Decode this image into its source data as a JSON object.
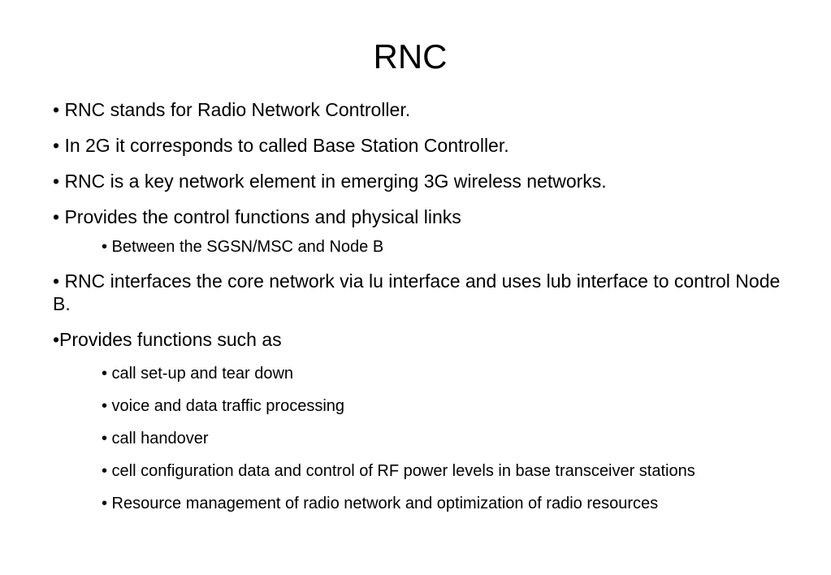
{
  "title": "RNC",
  "bullets": [
    "• RNC stands for Radio Network Controller.",
    "• In 2G it corresponds to called Base Station Controller.",
    "• RNC is a key network element in emerging 3G wireless networks.",
    "•  Provides the control functions and physical links",
    "• Between the SGSN/MSC and Node B",
    "• RNC interfaces the core network via lu interface and uses lub interface to control Node B.",
    "•Provides functions such as",
    "• call set-up and tear down",
    "• voice and data traffic processing",
    "• call handover",
    "• cell configuration data and control of RF power levels in base transceiver stations",
    "• Resource management of radio network and optimization of radio resources"
  ]
}
